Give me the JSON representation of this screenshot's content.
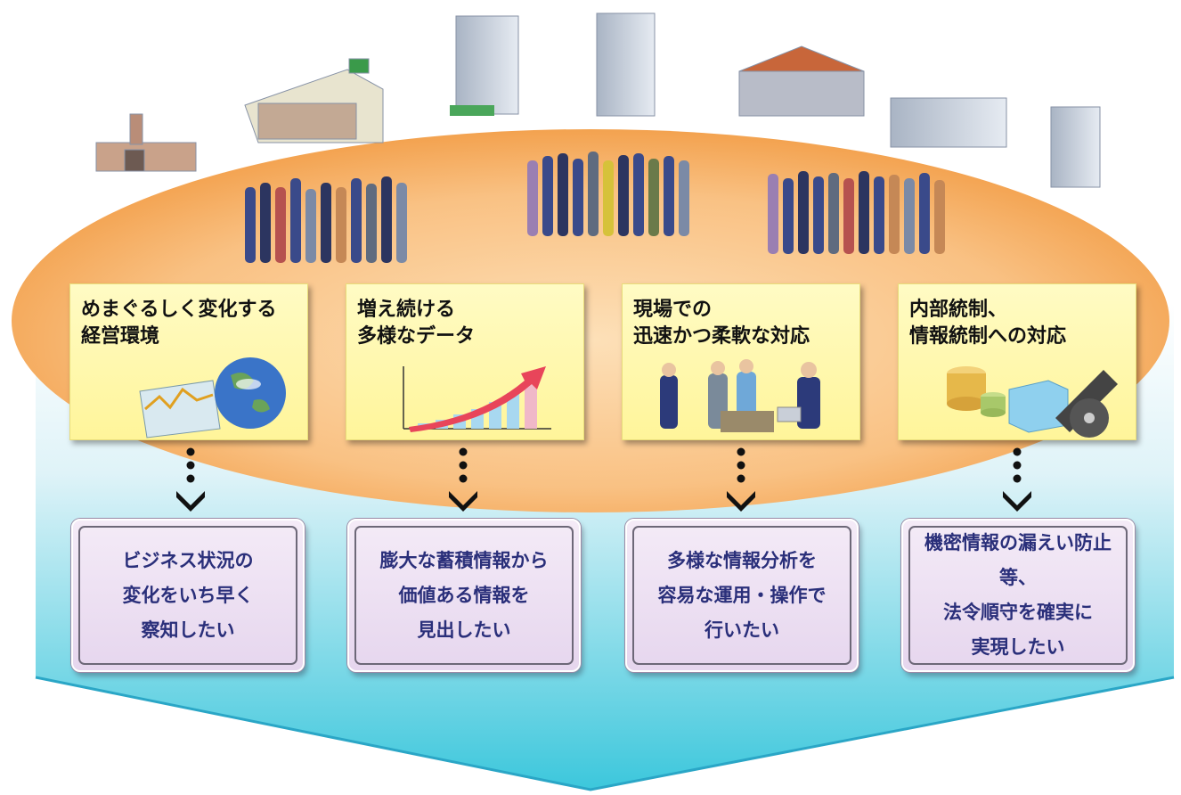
{
  "challenges": [
    {
      "title": "めまぐるしく変化する\n経営環境",
      "illustration": "globe-chart-icon"
    },
    {
      "title": "増え続ける\n多様なデータ",
      "illustration": "growth-chart-icon"
    },
    {
      "title": "現場での\n迅速かつ柔軟な対応",
      "illustration": "business-people-icon"
    },
    {
      "title": "内部統制、\n情報統制への対応",
      "illustration": "data-storage-icon"
    }
  ],
  "needs": [
    {
      "text": "ビジネス状況の\n変化をいち早く\n察知したい"
    },
    {
      "text": "膨大な蓄積情報から\n価値ある情報を\n見出したい"
    },
    {
      "text": "多様な情報分析を\n容易な運用・操作で\n行いたい"
    },
    {
      "text": "機密情報の漏えい防止等、\n法令順守を確実に\n実現したい"
    }
  ],
  "colors": {
    "ellipse": "#f7b36b",
    "challenge_box": "#fff59a",
    "need_box": "#e6d6ee",
    "need_text": "#2a2f7a",
    "arrow_band": "#3cc7dc"
  }
}
